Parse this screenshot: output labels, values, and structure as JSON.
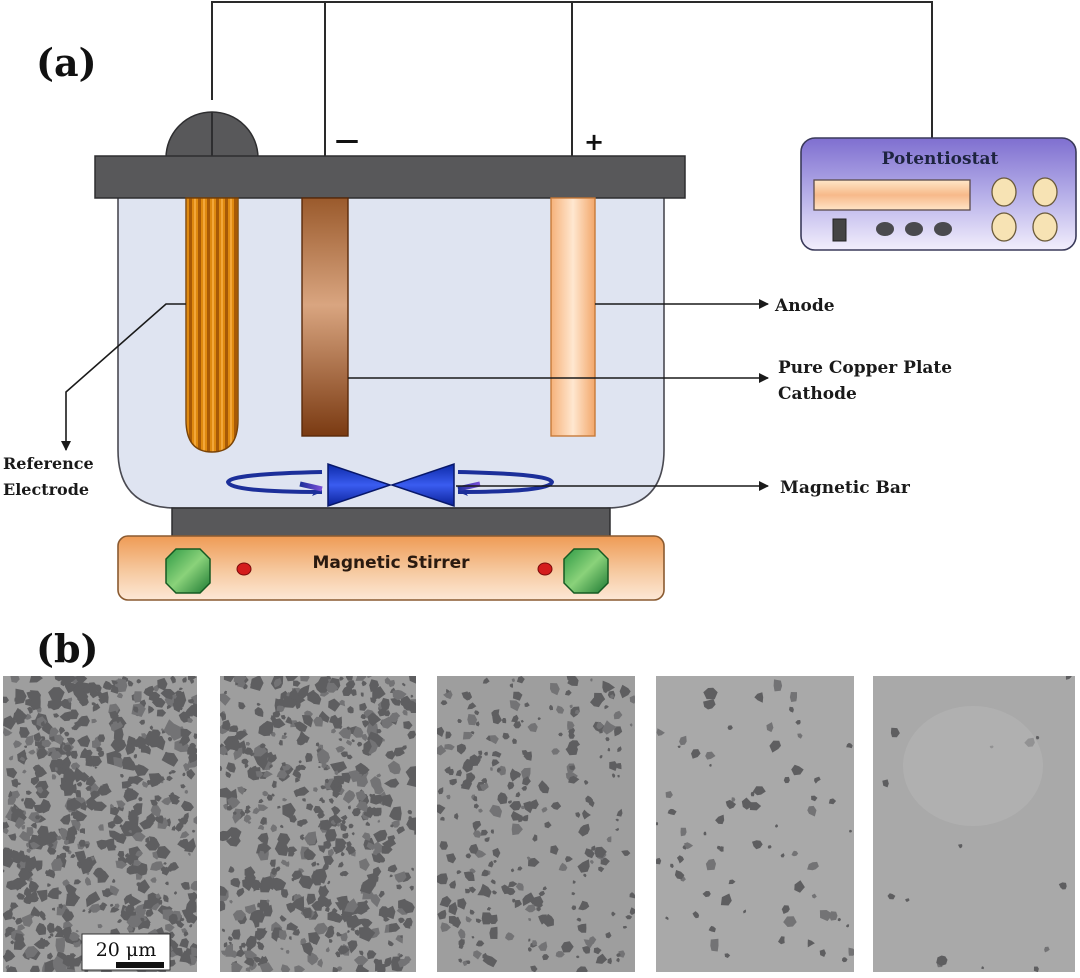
{
  "figure": {
    "panel_a": "(a)",
    "panel_b": "(b)"
  },
  "labels": {
    "potentiostat": "Potentiostat",
    "minus": "—",
    "plus": "+",
    "anode": "Anode",
    "cathode_line1": "Pure Copper Plate",
    "cathode_line2": "Cathode",
    "reference_line1": "Reference",
    "reference_line2": "Electrode",
    "magnetic_bar": "Magnetic Bar",
    "magnetic_stirrer": "Magnetic Stirrer"
  },
  "micrographs": {
    "scale_bar": "20 μm",
    "levels": [
      0.48,
      0.38,
      0.18,
      0.05,
      0.01
    ]
  },
  "colors": {
    "lid": "#58585a",
    "electrolyte": "#dfe4f1",
    "stirrer_body": "#f0a76a",
    "magnetic_bar": "#1733b8",
    "potentiostat_top": "#8d7fd6",
    "micrograph_matrix": "#9e9e9e",
    "micrograph_particle": "#5e5e60"
  }
}
